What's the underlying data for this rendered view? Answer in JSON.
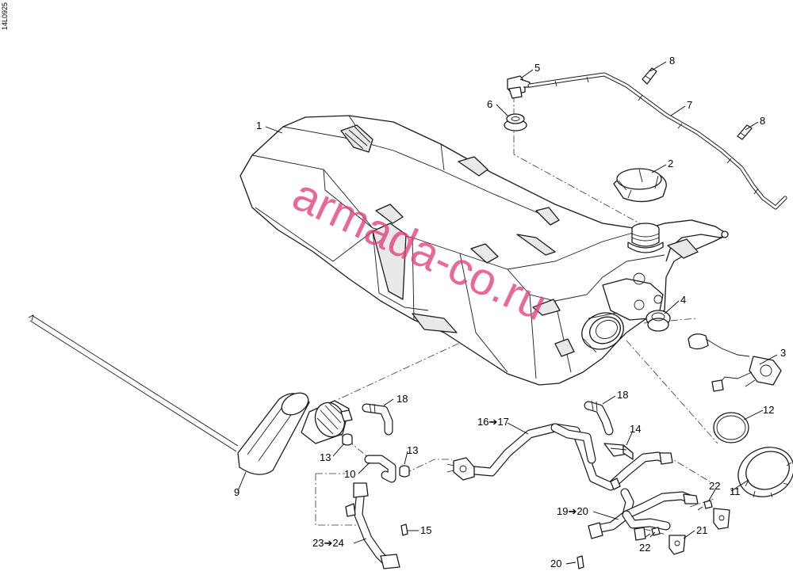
{
  "drawing_id": "14L0925",
  "watermark": "armada-co.ru",
  "callouts": {
    "c1": "1",
    "c2": "2",
    "c3": "3",
    "c4": "4",
    "c5": "5",
    "c6": "6",
    "c7": "7",
    "c8a": "8",
    "c8b": "8",
    "c9": "9",
    "c10": "10",
    "c11": "11",
    "c12": "12",
    "c13a": "13",
    "c13b": "13",
    "c14": "14",
    "c15": "15",
    "c16": "16➔17",
    "c18a": "18",
    "c18b": "18",
    "c19": "19➔20",
    "c20": "20",
    "c21": "21",
    "c22a": "22",
    "c22b": "22",
    "c23": "23➔24"
  },
  "colors": {
    "line": "#1a1a1a",
    "watermark": "#e23e7d",
    "background": "#ffffff"
  }
}
